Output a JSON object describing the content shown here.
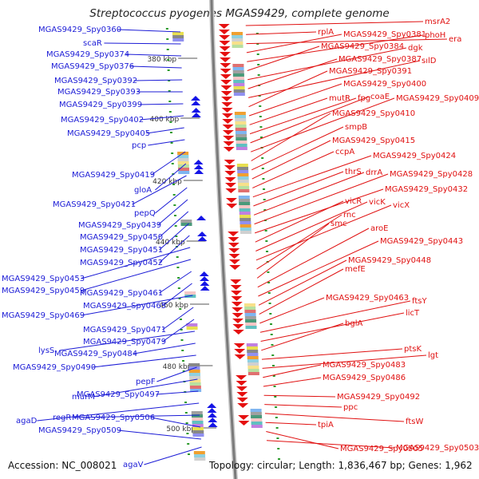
{
  "title": "Streptococcus pyogenes MGAS9429, complete genome",
  "footer": {
    "accession": "Accession: NC_008021",
    "topology": "Topology: circular; Length: 1,836,467 bp; Genes: 1,962"
  },
  "colors": {
    "left_label": "#1b1bd6",
    "right_label": "#e01010",
    "backbone": "#7a7a7a",
    "tick": "#2a9a2a"
  },
  "ticks": [
    "380 kbp",
    "400 kbp",
    "420 kbp",
    "440 kbp",
    "460 kbp",
    "480 kbp",
    "500 kbp"
  ],
  "left_genes": [
    "MGAS9429_Spy0360",
    "scaR",
    "MGAS9429_Spy0374",
    "MGAS9429_Spy0376",
    "MGAS9429_Spy0392",
    "MGAS9429_Spy0393",
    "MGAS9429_Spy0399",
    "MGAS9429_Spy0402",
    "MGAS9429_Spy0405",
    "pcp",
    "MGAS9429_Spy0419",
    "gloA",
    "MGAS9429_Spy0421",
    "pepQ",
    "MGAS9429_Spy0439",
    "MGAS9429_Spy0450",
    "MGAS9429_Spy0451",
    "MGAS9429_Spy0452",
    "MGAS9429_Spy0453",
    "MGAS9429_Spy0459",
    "MGAS9429_Spy0461",
    "MGAS9429_Spy0465",
    "MGAS9429_Spy0469",
    "MGAS9429_Spy0471",
    "MGAS9429_Spy0479",
    "lysS",
    "MGAS9429_Spy0484",
    "MGAS9429_Spy0490",
    "pepF",
    "murM",
    "MGAS9429_Spy0497",
    "agaD",
    "regR",
    "MGAS9429_Spy0506",
    "MGAS9429_Spy0509",
    "agaV"
  ],
  "right_genes": [
    "msrA2",
    "rplA",
    "era",
    "MGAS9429_Spy0381",
    "phoH",
    "MGAS9429_Spy0384",
    "dgk",
    "MGAS9429_Spy0387",
    "sılD",
    "MGAS9429_Spy0391",
    "MGAS9429_Spy0400",
    "mutR",
    "fpg",
    "coaE",
    "MGAS9429_Spy0409",
    "MGAS9429_Spy0410",
    "smpB",
    "MGAS9429_Spy0415",
    "ccpA",
    "MGAS9429_Spy0424",
    "thrS",
    "drrA",
    "MGAS9429_Spy0428",
    "MGAS9429_Spy0432",
    "vicR",
    "vicK",
    "vicX",
    "rnc",
    "smc",
    "aroE",
    "MGAS9429_Spy0443",
    "MGAS9429_Spy0448",
    "mefE",
    "MGAS9429_Spy0463",
    "ftsY",
    "licT",
    "bglA",
    "ptsK",
    "lgt",
    "MGAS9429_Spy0483",
    "MGAS9429_Spy0486",
    "MGAS9429_Spy0492",
    "ppc",
    "ftsW",
    "tpiA",
    "MGAS9429_Spy0505",
    "MGAS9429_Spy0503"
  ]
}
